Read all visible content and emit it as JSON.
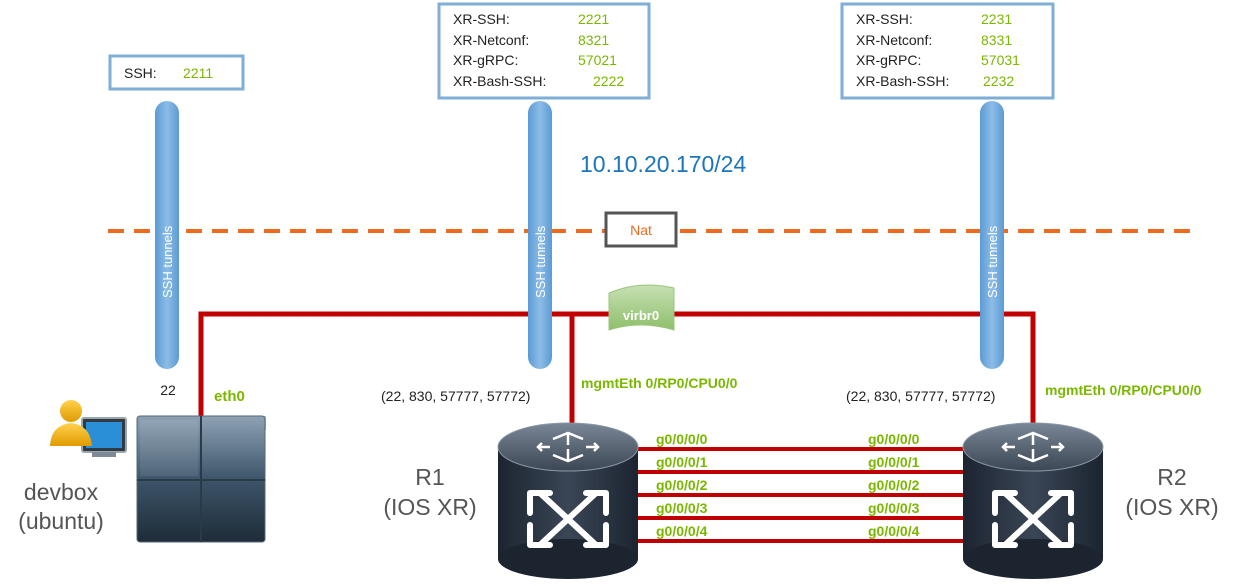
{
  "colors": {
    "link": "#c00000",
    "tunnel": "#6fa8dc",
    "box_border": "#7faed6",
    "value_green": "#7ab800",
    "label_green": "#7ab800",
    "nat_line": "#ef6a1f",
    "subnet_text": "#1a75bc",
    "bridge_fill": "#a9d18e"
  },
  "devbox": {
    "name_line1": "devbox",
    "name_line2": "(ubuntu)",
    "interface": "eth0",
    "tunnel_port": "22",
    "tunnel_label": "SSH tunnels",
    "ports_box": [
      {
        "name": "SSH:",
        "port": "2211"
      }
    ]
  },
  "r1": {
    "name_line1": "R1",
    "name_line2": "(IOS XR)",
    "mgmt": "mgmtEth 0/RP0/CPU0/0",
    "ports": "(22, 830, 57777, 57772)",
    "tunnel_label": "SSH tunnels",
    "ports_box": [
      {
        "name": "XR-SSH:",
        "port": "2221"
      },
      {
        "name": "XR-Netconf:",
        "port": "8321"
      },
      {
        "name": "XR-gRPC:",
        "port": "57021"
      },
      {
        "name": "XR-Bash-SSH:",
        "port": "2222"
      }
    ]
  },
  "r2": {
    "name_line1": "R2",
    "name_line2": "(IOS XR)",
    "mgmt": "mgmtEth 0/RP0/CPU0/0",
    "ports": "(22, 830, 57777, 57772)",
    "tunnel_label": "SSH tunnels",
    "ports_box": [
      {
        "name": "XR-SSH:",
        "port": "2231"
      },
      {
        "name": "XR-Netconf:",
        "port": "8331"
      },
      {
        "name": "XR-gRPC:",
        "port": "57031"
      },
      {
        "name": "XR-Bash-SSH:",
        "port": "2232"
      }
    ]
  },
  "network": {
    "subnet": "10.10.20.170/24",
    "nat_label": "Nat",
    "bridge_label": "virbr0"
  },
  "links": [
    {
      "r1_if": "g0/0/0/0",
      "r2_if": "g0/0/0/0"
    },
    {
      "r1_if": "g0/0/0/1",
      "r2_if": "g0/0/0/1"
    },
    {
      "r1_if": "g0/0/0/2",
      "r2_if": "g0/0/0/2"
    },
    {
      "r1_if": "g0/0/0/3",
      "r2_if": "g0/0/0/3"
    },
    {
      "r1_if": "g0/0/0/4",
      "r2_if": "g0/0/0/4"
    }
  ],
  "icons": {
    "router": "router-icon",
    "server": "server-cube-icon",
    "user": "user-at-monitor-icon"
  }
}
